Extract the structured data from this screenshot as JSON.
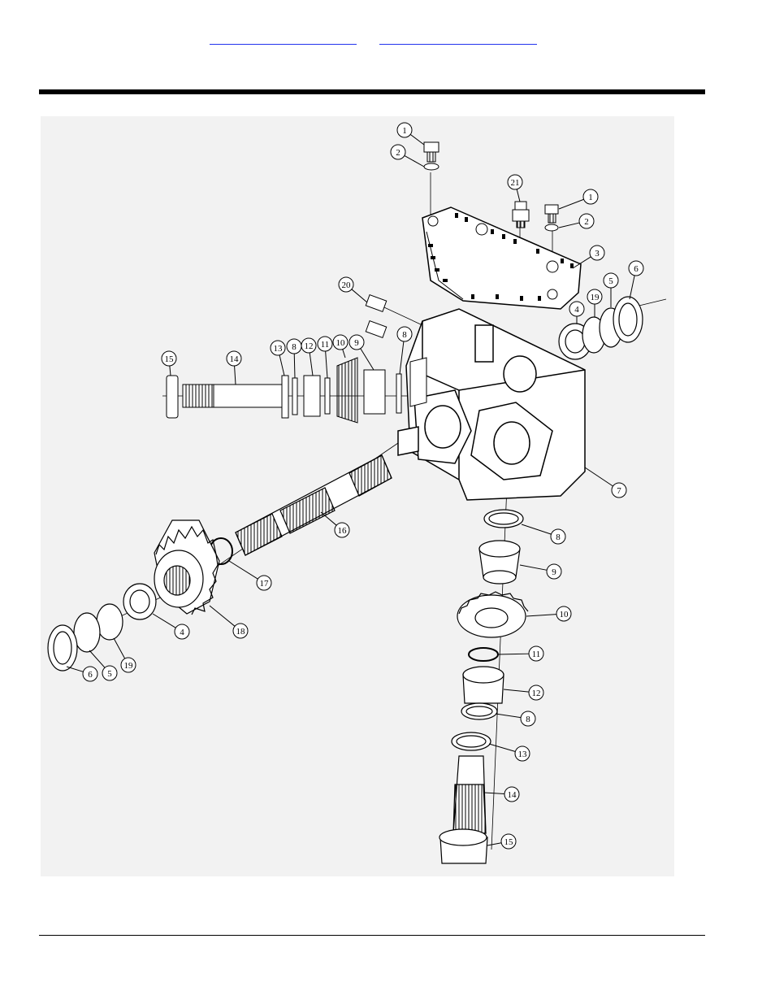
{
  "header": {
    "link1": "",
    "link2": ""
  },
  "callouts": [
    {
      "id": "c1a",
      "label": "1"
    },
    {
      "id": "c2a",
      "label": "2"
    },
    {
      "id": "c21",
      "label": "21"
    },
    {
      "id": "c1b",
      "label": "1"
    },
    {
      "id": "c2b",
      "label": "2"
    },
    {
      "id": "c3",
      "label": "3"
    },
    {
      "id": "c6a",
      "label": "6"
    },
    {
      "id": "c5a",
      "label": "5"
    },
    {
      "id": "c19a",
      "label": "19"
    },
    {
      "id": "c4a",
      "label": "4"
    },
    {
      "id": "c20",
      "label": "20"
    },
    {
      "id": "c15a",
      "label": "15"
    },
    {
      "id": "c14a",
      "label": "14"
    },
    {
      "id": "c13a",
      "label": "13"
    },
    {
      "id": "c8a",
      "label": "8"
    },
    {
      "id": "c12a",
      "label": "12"
    },
    {
      "id": "c11a",
      "label": "11"
    },
    {
      "id": "c10a",
      "label": "10"
    },
    {
      "id": "c9a",
      "label": "9"
    },
    {
      "id": "c8b",
      "label": "8"
    },
    {
      "id": "c7",
      "label": "7"
    },
    {
      "id": "c16",
      "label": "16"
    },
    {
      "id": "c17",
      "label": "17"
    },
    {
      "id": "c18",
      "label": "18"
    },
    {
      "id": "c4b",
      "label": "4"
    },
    {
      "id": "c19b",
      "label": "19"
    },
    {
      "id": "c5b",
      "label": "5"
    },
    {
      "id": "c6b",
      "label": "6"
    },
    {
      "id": "c8c",
      "label": "8"
    },
    {
      "id": "c9b",
      "label": "9"
    },
    {
      "id": "c10b",
      "label": "10"
    },
    {
      "id": "c11b",
      "label": "11"
    },
    {
      "id": "c12b",
      "label": "12"
    },
    {
      "id": "c8d",
      "label": "8"
    },
    {
      "id": "c13b",
      "label": "13"
    },
    {
      "id": "c14b",
      "label": "14"
    },
    {
      "id": "c15b",
      "label": "15"
    }
  ]
}
